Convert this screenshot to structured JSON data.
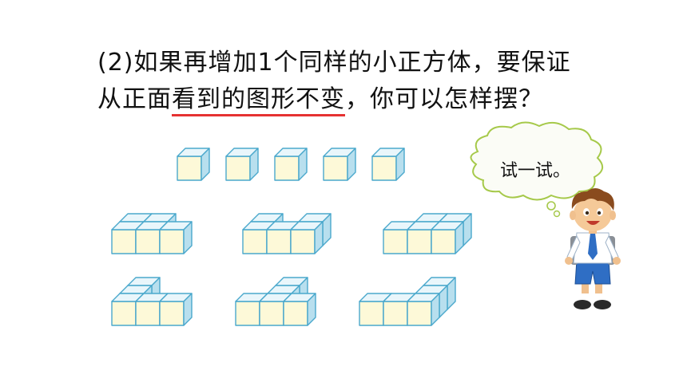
{
  "question": {
    "line1": "(2)如果再增加1个同样的小正方体，要保证",
    "line2_pre": "从正面",
    "line2_underlined": "看到的图形不变",
    "line2_post": "，你可以怎样摆？"
  },
  "bubble": {
    "text": "试一试。"
  },
  "colors": {
    "cube_front": "#fdf9d8",
    "cube_top": "#e9f6fb",
    "cube_side": "#b8dfee",
    "cube_edge": "#4aa8cc",
    "underline": "#e63232"
  }
}
